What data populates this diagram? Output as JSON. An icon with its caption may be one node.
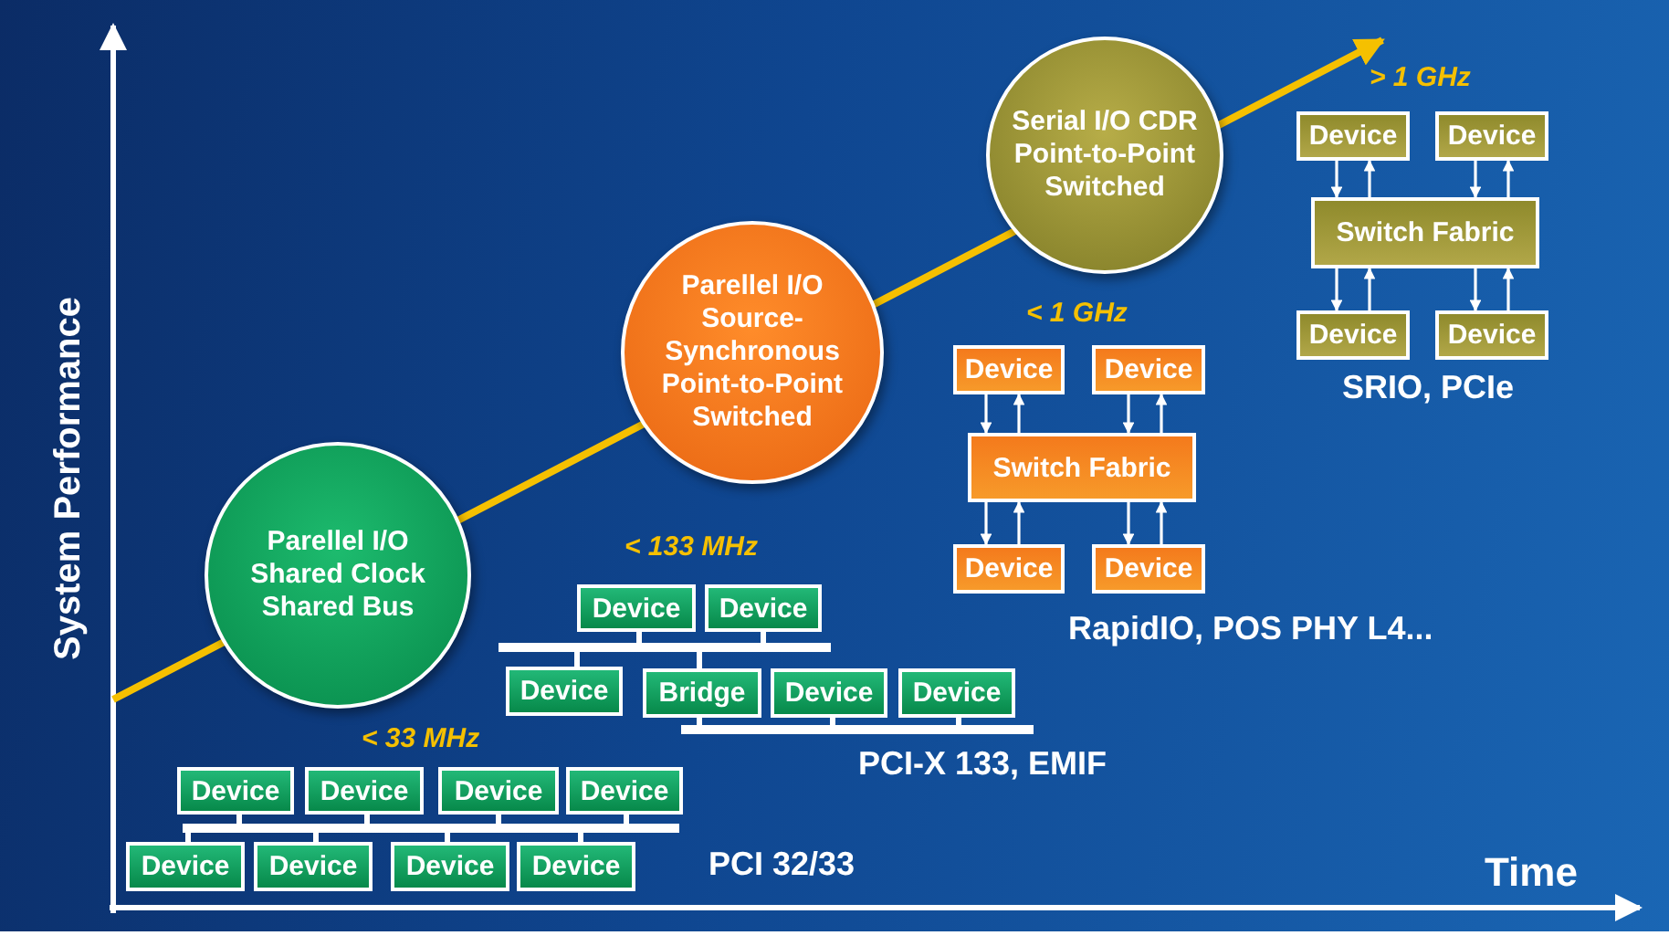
{
  "diagram": {
    "nodes": [
      {
        "text": [
          "Parellel I/O Shared Clock Shared Bus"
        ]
      },
      {
        "text": [
          "Parellel I/O Source-Synchronous Point-to-Point Switched"
        ]
      },
      {
        "text": [
          "Serial I/O CDR Point-to-Point Switched"
        ]
      },
      {
        "text": [
          "Device"
        ]
      },
      {
        "text": [
          "Device"
        ]
      },
      {
        "text": [
          "Device"
        ]
      },
      {
        "text": [
          "Device"
        ]
      },
      {
        "text": [],
        "shape": "bar"
      },
      {
        "text": [
          "Device"
        ]
      },
      {
        "text": [
          "Device"
        ]
      },
      {
        "text": [
          "Device"
        ]
      },
      {
        "text": [
          "Device"
        ]
      },
      {
        "text": [
          "Device"
        ]
      },
      {
        "text": [
          "Device"
        ]
      },
      {
        "text": [],
        "shape": "bar"
      },
      {
        "text": [
          "Device"
        ]
      },
      {
        "text": [
          "Bridge"
        ]
      },
      {
        "text": [
          "Device"
        ]
      },
      {
        "text": [
          "Device"
        ]
      },
      {
        "text": [],
        "shape": "bar"
      },
      {
        "text": [
          "Device"
        ]
      },
      {
        "text": [
          "Device"
        ]
      },
      {
        "text": [
          "Switch Fabric"
        ]
      },
      {
        "text": [
          "Device"
        ]
      },
      {
        "text": [
          "Device"
        ]
      },
      {
        "text": [
          "Device"
        ]
      },
      {
        "text": [
          "Device"
        ]
      },
      {
        "text": [
          "Switch Fabric"
        ]
      },
      {
        "text": [
          "Device"
        ]
      },
      {
        "text": [
          "Device"
        ]
      }
    ],
    "edges": [
      {
        "from": 3,
        "to": 7,
        "arrow": "none"
      },
      {
        "from": 4,
        "to": 7,
        "arrow": "none"
      },
      {
        "from": 5,
        "to": 7,
        "arrow": "none"
      },
      {
        "from": 6,
        "to": 7,
        "arrow": "none"
      },
      {
        "from": 8,
        "to": 7,
        "arrow": "none"
      },
      {
        "from": 9,
        "to": 7,
        "arrow": "none"
      },
      {
        "from": 10,
        "to": 7,
        "arrow": "none"
      },
      {
        "from": 11,
        "to": 7,
        "arrow": "none"
      },
      {
        "from": 12,
        "to": 14,
        "arrow": "none"
      },
      {
        "from": 13,
        "to": 14,
        "arrow": "none"
      },
      {
        "from": 15,
        "to": 14,
        "arrow": "none"
      },
      {
        "from": 16,
        "to": 14,
        "arrow": "none"
      },
      {
        "from": 16,
        "to": 19,
        "arrow": "none"
      },
      {
        "from": 17,
        "to": 19,
        "arrow": "none"
      },
      {
        "from": 18,
        "to": 19,
        "arrow": "none"
      },
      {
        "from": 20,
        "to": 22,
        "arrow": "to"
      },
      {
        "from": 22,
        "to": 20,
        "arrow": "to"
      },
      {
        "from": 21,
        "to": 22,
        "arrow": "to"
      },
      {
        "from": 22,
        "to": 21,
        "arrow": "to"
      },
      {
        "from": 22,
        "to": 23,
        "arrow": "to"
      },
      {
        "from": 23,
        "to": 22,
        "arrow": "to"
      },
      {
        "from": 22,
        "to": 24,
        "arrow": "to"
      },
      {
        "from": 24,
        "to": 22,
        "arrow": "to"
      },
      {
        "from": 25,
        "to": 27,
        "arrow": "to"
      },
      {
        "from": 27,
        "to": 25,
        "arrow": "to"
      },
      {
        "from": 26,
        "to": 27,
        "arrow": "to"
      },
      {
        "from": 27,
        "to": 26,
        "arrow": "to"
      },
      {
        "from": 27,
        "to": 28,
        "arrow": "to"
      },
      {
        "from": 28,
        "to": 27,
        "arrow": "to"
      },
      {
        "from": 27,
        "to": 29,
        "arrow": "to"
      },
      {
        "from": 29,
        "to": 27,
        "arrow": "to"
      }
    ],
    "labels": [
      "> 1 GHz",
      "System Performance",
      "< 1 GHz",
      "SRIO, PCIe",
      "< 133 MHz",
      "RapidIO, POS PHY L4...",
      "< 33 MHz",
      "PCI-X 133, EMIF",
      "Time",
      "PCI 32/33"
    ]
  }
}
